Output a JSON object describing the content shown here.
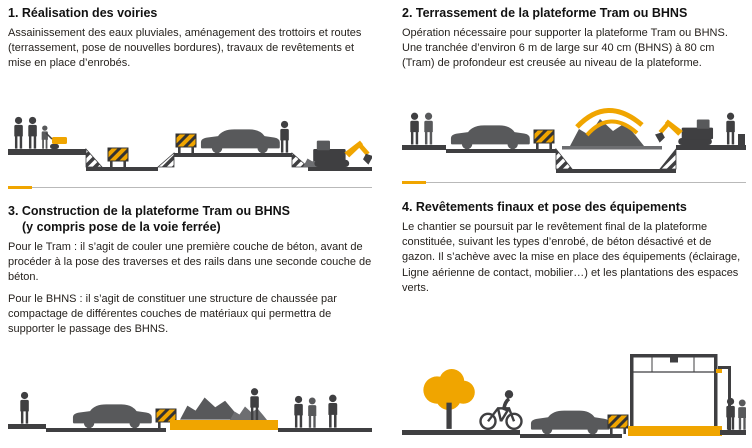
{
  "colors": {
    "accent_yellow": "#f0a500",
    "dark_gray": "#3f3f41",
    "mid_gray": "#58595b",
    "light_gray": "#6d6e71",
    "divider_gray": "#b9b9b9",
    "text": "#231f20"
  },
  "sections": [
    {
      "id": "step1",
      "title": "1. Réalisation des voiries",
      "paragraphs": [
        "Assainissement des eaux pluviales, aménagement des trottoirs et routes (terrassement, pose de nouvelles bordures), travaux de revêtements et mise en place d’enrobés."
      ]
    },
    {
      "id": "step2",
      "title": "2. Terrassement de la plateforme Tram ou BHNS",
      "paragraphs": [
        "Opération nécessaire pour supporter la plateforme Tram ou BHNS. Une tranchée d’environ 6 m de large sur 40 cm (BHNS) à 80 cm (Tram) de profondeur est creusée au niveau de la plateforme."
      ]
    },
    {
      "id": "step3",
      "title": "3. Construction de la plateforme Tram ou BHNS",
      "title_line2": "(y compris pose de la voie ferrée)",
      "paragraphs": [
        "Pour le Tram : il s’agit de couler une première couche de béton, avant de procéder à la pose des traverses et des rails dans une seconde couche de béton.",
        "Pour le BHNS : il s’agit de constituer une structure de chaussée par compactage de différentes couches de matériaux qui permettra de supporter le passage des BHNS."
      ]
    },
    {
      "id": "step4",
      "title": "4. Revêtements finaux et pose des équipements",
      "paragraphs": [
        "Le chantier se poursuit par le revêtement final de la plateforme constituée, suivant les types d’enrobé, de béton désactivé et de gazon. Il s’achève avec la mise en place des équipements (éclairage, Ligne aérienne de contact, mobilier…) et les plantations des espaces verts."
      ]
    }
  ],
  "icons": [
    "pedestrian-icon",
    "car-icon",
    "excavator-icon",
    "rubble-icon",
    "safety-barrier-icon",
    "roller-machine-icon",
    "tree-icon",
    "cyclist-icon",
    "catenary-portal-icon",
    "street-lamp-icon"
  ]
}
